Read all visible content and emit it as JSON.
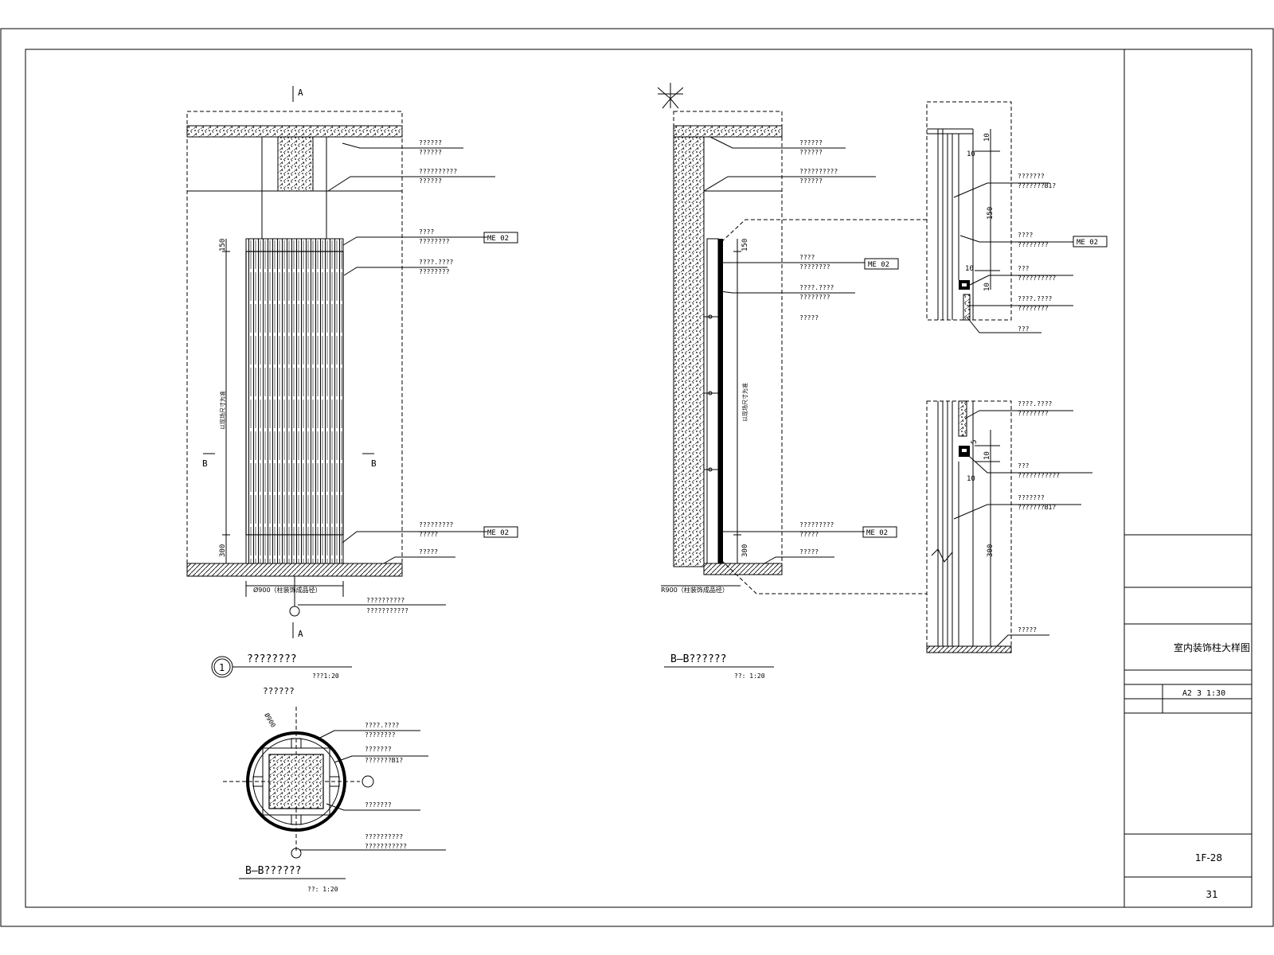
{
  "title_block": {
    "drawing_title": "室内装饰柱大样图",
    "paper_scale": "A2 3 1:30",
    "drawing_number": "1F-28",
    "sheet_number": "31"
  },
  "elevation": {
    "section_mark": "A",
    "section_mark_b": "B",
    "dim_top": "150",
    "dim_bottom": "300",
    "dim_height": "以现场尺寸为准",
    "dim_width": "Ø900（柱装饰成品径）",
    "notes": [
      {
        "l1": "??????",
        "l2": "??????"
      },
      {
        "l1": "??????????",
        "l2": "??????"
      },
      {
        "l1": "????",
        "l2": "????????",
        "tag": "ME 02"
      },
      {
        "l1": "????.????",
        "l2": "????????"
      },
      {
        "l1": "?????????",
        "l2": "?????",
        "tag": "ME 02"
      },
      {
        "l1": "?????",
        "l2": ""
      }
    ],
    "center_note": {
      "l1": "??????????",
      "l2": "???????????"
    },
    "title": "????????",
    "scale": "???1:20",
    "callout_number": "1"
  },
  "plan": {
    "caption": "??????",
    "dim_dia": "Ø900",
    "notes": [
      {
        "l1": "????.????",
        "l2": "????????"
      },
      {
        "l1": "???????",
        "l2": "???????B1?"
      },
      {
        "l1": "???????",
        "l2": ""
      },
      {
        "l1": "??????????",
        "l2": "???????????"
      }
    ],
    "title": "B—B??????",
    "scale": "??: 1:20"
  },
  "section": {
    "dim_top": "150",
    "dim_bottom": "300",
    "dim_height": "以现场尺寸为准",
    "dim_radius": "R900（柱装饰成品径）",
    "notes": [
      {
        "l1": "??????",
        "l2": "??????"
      },
      {
        "l1": "??????????",
        "l2": "??????"
      },
      {
        "l1": "????",
        "l2": "????????",
        "tag": "ME 02"
      },
      {
        "l1": "????.????",
        "l2": "????????"
      },
      {
        "l1": "?????",
        "l2": ""
      },
      {
        "l1": "?????????",
        "l2": "?????",
        "tag": "ME 02"
      },
      {
        "l1": "?????",
        "l2": ""
      }
    ],
    "title": "B—B??????",
    "scale": "??: 1:20"
  },
  "detail_top": {
    "dims": [
      "10",
      "10",
      "150",
      "10",
      "10"
    ],
    "notes": [
      {
        "l1": "???????",
        "l2": "???????B1?"
      },
      {
        "l1": "????",
        "l2": "????????",
        "tag": "ME 02"
      },
      {
        "l1": "???",
        "l2": "??????????"
      },
      {
        "l1": "????.????",
        "l2": "????????"
      },
      {
        "l1": "???",
        "l2": ""
      }
    ]
  },
  "detail_bottom": {
    "dims": [
      "5",
      "10",
      "10",
      "300"
    ],
    "notes": [
      {
        "l1": "????.????",
        "l2": "????????"
      },
      {
        "l1": "???",
        "l2": "???????????"
      },
      {
        "l1": "???????",
        "l2": "???????B1?"
      },
      {
        "l1": "?????",
        "l2": ""
      }
    ]
  }
}
